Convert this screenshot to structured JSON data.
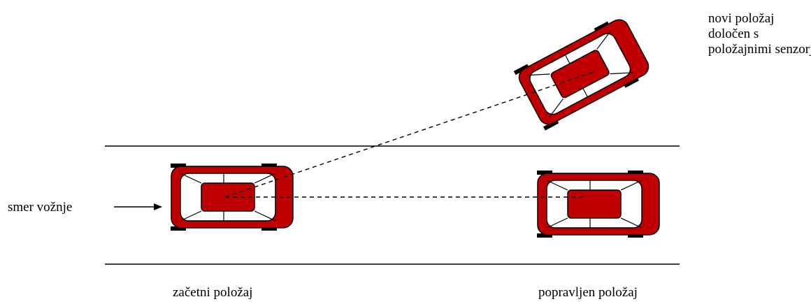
{
  "labels": {
    "direction": "smer vožnje",
    "start_position": "začetni položaj",
    "corrected_position": "popravljen položaj",
    "new_position": [
      "novi položaj",
      "določen s",
      "položajnimi senzorji"
    ]
  },
  "colors": {
    "car_body": "#c00000",
    "car_outline": "#000000",
    "lines": "#000000",
    "background": "#ffffff"
  }
}
